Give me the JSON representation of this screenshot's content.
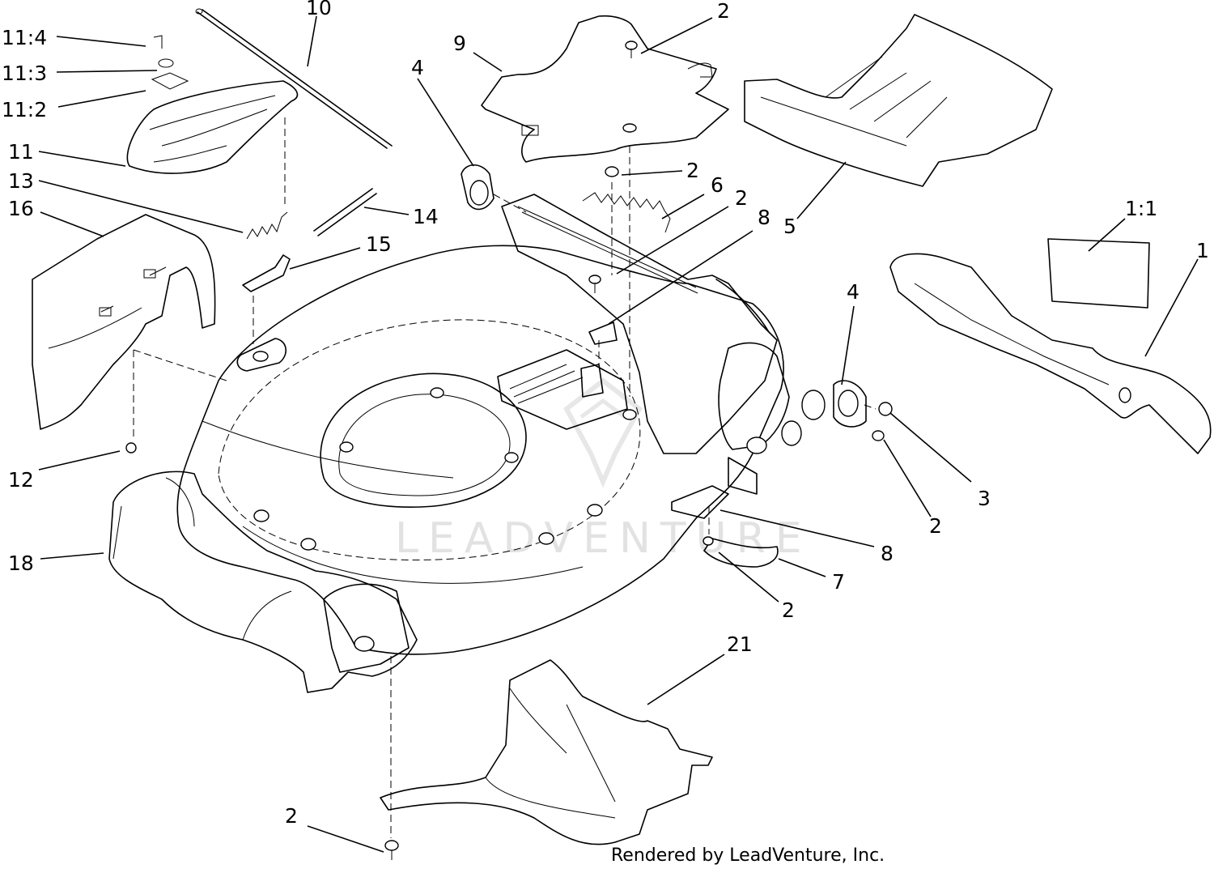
{
  "callouts": [
    {
      "id": "c-10",
      "label": "10"
    },
    {
      "id": "c-2a",
      "label": "2"
    },
    {
      "id": "c-11-4",
      "label": "11:4"
    },
    {
      "id": "c-11-3",
      "label": "11:3"
    },
    {
      "id": "c-11-2",
      "label": "11:2"
    },
    {
      "id": "c-11",
      "label": "11"
    },
    {
      "id": "c-13",
      "label": "13"
    },
    {
      "id": "c-16",
      "label": "16"
    },
    {
      "id": "c-9",
      "label": "9"
    },
    {
      "id": "c-4a",
      "label": "4"
    },
    {
      "id": "c-2b",
      "label": "2"
    },
    {
      "id": "c-6",
      "label": "6"
    },
    {
      "id": "c-2c",
      "label": "2"
    },
    {
      "id": "c-8a",
      "label": "8"
    },
    {
      "id": "c-14",
      "label": "14"
    },
    {
      "id": "c-15",
      "label": "15"
    },
    {
      "id": "c-5",
      "label": "5"
    },
    {
      "id": "c-1-1",
      "label": "1:1"
    },
    {
      "id": "c-1",
      "label": "1"
    },
    {
      "id": "c-4b",
      "label": "4"
    },
    {
      "id": "c-12",
      "label": "12"
    },
    {
      "id": "c-3",
      "label": "3"
    },
    {
      "id": "c-2d",
      "label": "2"
    },
    {
      "id": "c-8b",
      "label": "8"
    },
    {
      "id": "c-18",
      "label": "18"
    },
    {
      "id": "c-7",
      "label": "7"
    },
    {
      "id": "c-2e",
      "label": "2"
    },
    {
      "id": "c-21",
      "label": "21"
    },
    {
      "id": "c-2f",
      "label": "2"
    }
  ],
  "watermark": "LEADVENTURE",
  "credit": "Rendered by LeadVenture, Inc.",
  "colors": {
    "line": "#000000",
    "background": "#ffffff",
    "watermark": "#e2e2e2"
  }
}
